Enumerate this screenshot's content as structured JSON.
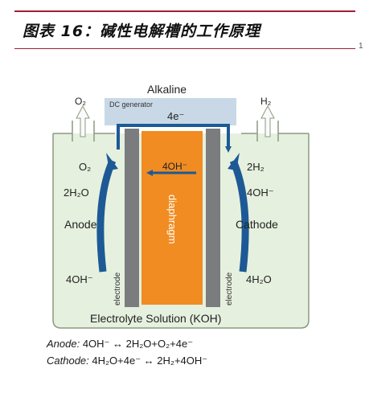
{
  "header": {
    "title": "图表 16：碱性电解槽的工作原理",
    "edge_mark": "1"
  },
  "diagram": {
    "top_label": "Alkaline",
    "generator": "DC generator",
    "generator_current": "4e⁻",
    "top_left_gas": "O₂",
    "top_right_gas": "H₂",
    "electron_inner": "4OH⁻",
    "diaphragm": "diaphragm",
    "electrode_left": "electrode",
    "electrode_right": "electrode",
    "anode": {
      "label": "Anode",
      "product1": "O₂",
      "product2": "2H₂O",
      "reactant": "4OH⁻"
    },
    "cathode": {
      "label": "Cathode",
      "product1": "2H₂",
      "product2": "4OH⁻",
      "reactant": "4H₂O"
    },
    "solution": "Electrolyte Solution (KOH)"
  },
  "equations": {
    "anode_prefix": "Anode:",
    "anode_body": " 4OH⁻ ↔ 2H₂O+O₂+4e⁻",
    "cathode_prefix": "Cathode:",
    "cathode_body": " 4H₂O+4e⁻ ↔ 2H₂+4OH⁻"
  },
  "colors": {
    "tank_fill": "#e6f0de",
    "tank_stroke": "#8b9a80",
    "diaphragm": "#f08c22",
    "electrode": "#7a7c7e",
    "arrow": "#1d5a95",
    "generator": "#c8d8e6",
    "title_rule": "#a31f34"
  }
}
